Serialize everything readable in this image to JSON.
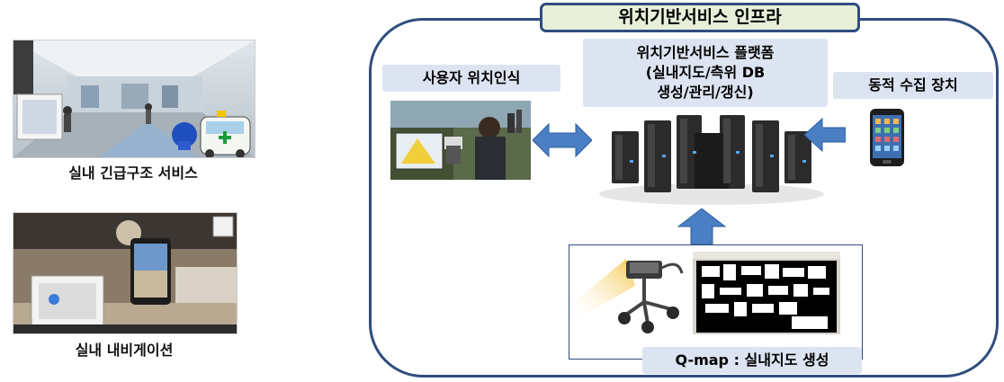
{
  "left": {
    "emergency_caption": "실내 긴급구조 서비스",
    "navigation_caption": "실내 내비게이션"
  },
  "infra": {
    "title": "위치기반서비스 인프라",
    "platform": {
      "line1": "위치기반서비스 플랫폼",
      "line2": "(실내지도/측위 DB",
      "line3": "생성/관리/갱신)"
    },
    "user_recognition": "사용자 위치인식",
    "dynamic_collector": "동적 수집 장치",
    "qmap": "Q-map : 실내지도 생성"
  },
  "colors": {
    "frame": "#2f4d7e",
    "title_fill": "#e7efd9",
    "label_fill": "#dde4f1",
    "arrow": "#4a7fc4"
  }
}
